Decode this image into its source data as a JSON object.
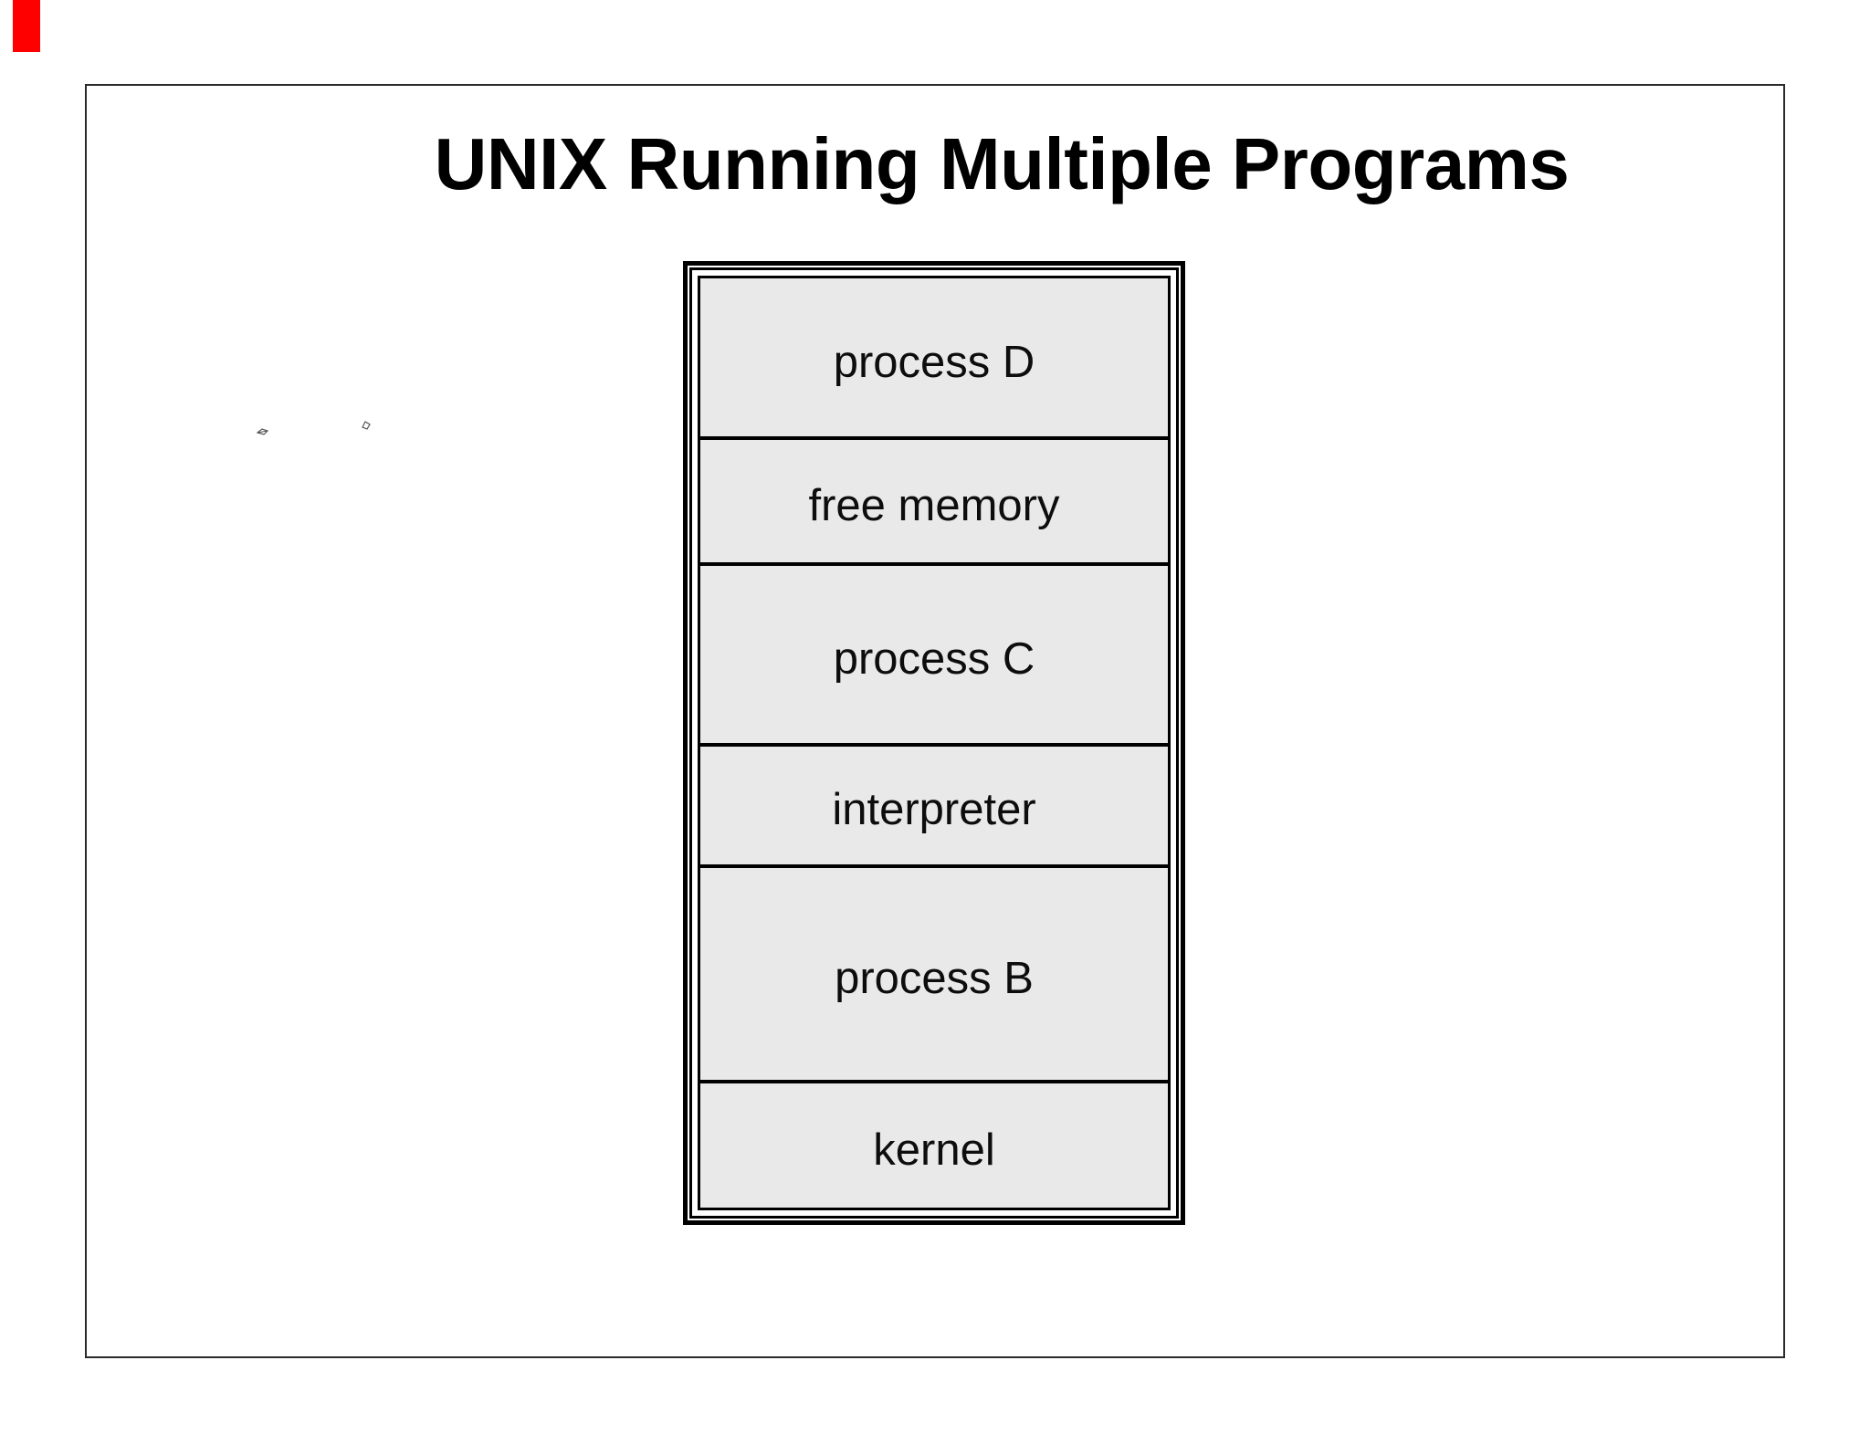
{
  "slide": {
    "title": "UNIX Running Multiple Programs"
  },
  "diagram": {
    "name": "unix-memory-layout",
    "sections": [
      {
        "id": "process-d",
        "label": "process D"
      },
      {
        "id": "free-memory",
        "label": "free memory"
      },
      {
        "id": "process-c",
        "label": "process C"
      },
      {
        "id": "interpreter",
        "label": "interpreter"
      },
      {
        "id": "process-b",
        "label": "process B"
      },
      {
        "id": "kernel",
        "label": "kernel"
      }
    ]
  },
  "artifacts": [
    {
      "name": "red-edge-mark",
      "color": "#ff0000"
    },
    {
      "name": "ink-speck-arrow"
    },
    {
      "name": "ink-speck-diamond"
    }
  ],
  "colors": {
    "background": "#ffffff",
    "page_border": "#2a2a2a",
    "diagram_border": "#000000",
    "section_fill": "#e9e9e9",
    "text": "#0d0d0d"
  }
}
